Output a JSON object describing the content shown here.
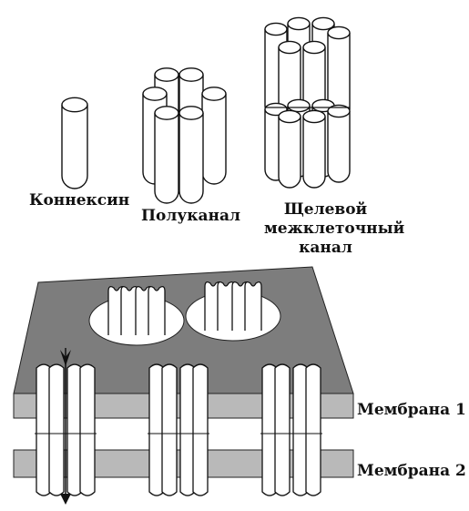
{
  "labels": {
    "connexin": "Коннексин",
    "hemichannel": "Полуканал",
    "gap_channel_lines": [
      "Щелевой",
      "межклеточный",
      "канал"
    ],
    "membrane_1": "Мембрана 1",
    "membrane_2": "Мембрана 2"
  },
  "colors": {
    "membrane_top": "#7d7d7d",
    "membrane_band": "#b9b9b9",
    "outline": "#111111",
    "cylinder_fill": "#ffffff"
  }
}
